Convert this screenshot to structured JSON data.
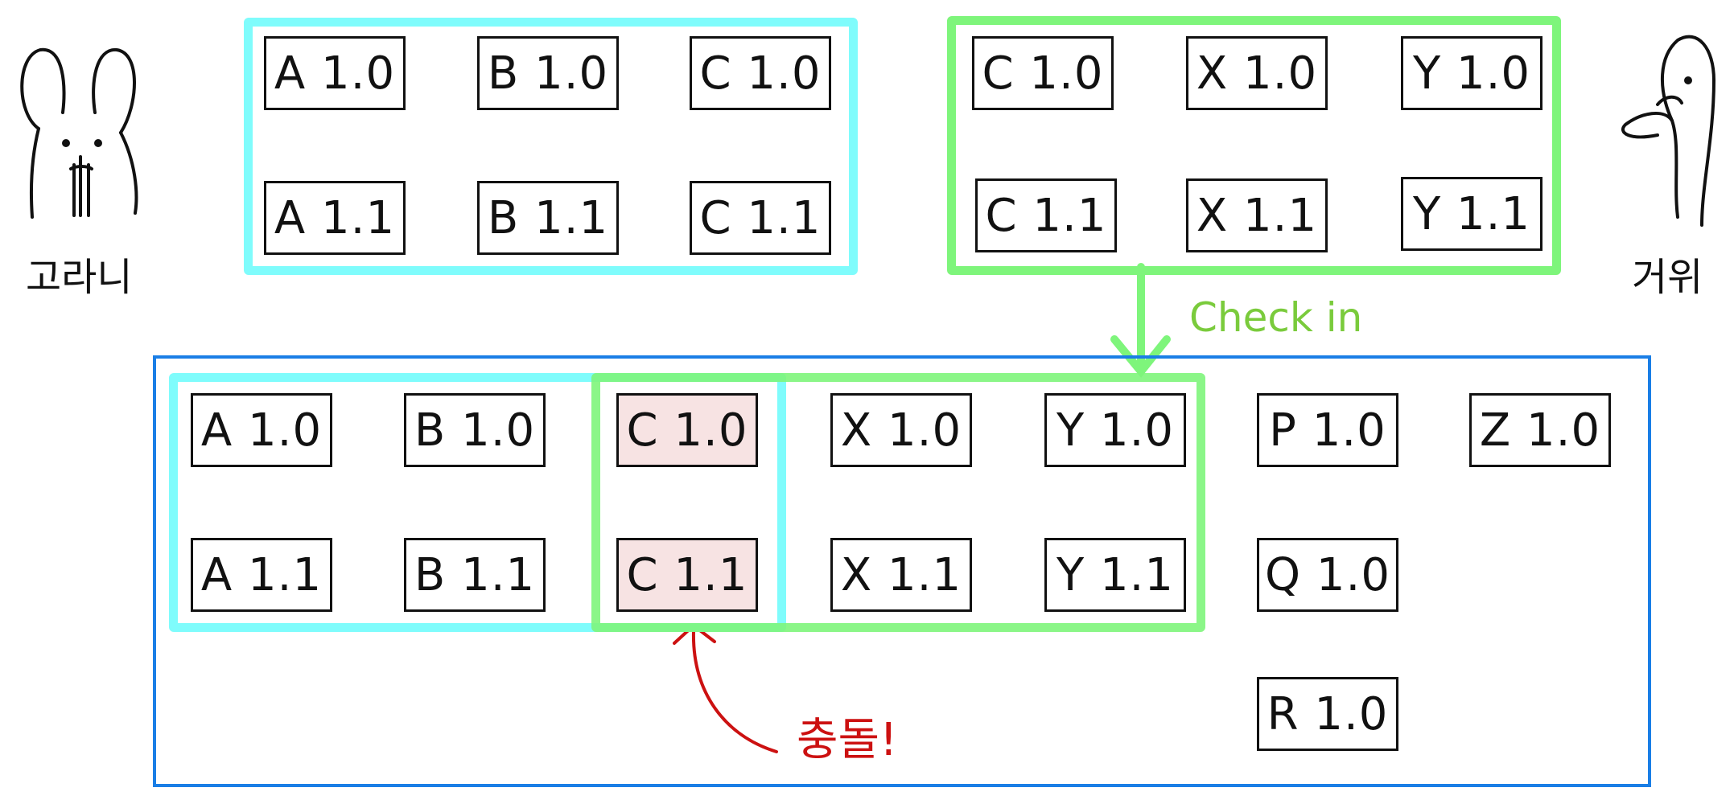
{
  "characters": {
    "left_name": "고라니",
    "right_name": "거위"
  },
  "repo_left": {
    "items": [
      "A 1.0",
      "B 1.0",
      "C 1.0",
      "A 1.1",
      "B 1.1",
      "C 1.1"
    ]
  },
  "repo_right": {
    "items": [
      "C 1.0",
      "X 1.0",
      "Y 1.0",
      "C 1.1",
      "X 1.1",
      "Y 1.1"
    ]
  },
  "checkin_label": "Check in",
  "merged": {
    "row1": [
      "A 1.0",
      "B 1.0",
      "C 1.0",
      "X 1.0",
      "Y 1.0",
      "P 1.0",
      "Z 1.0"
    ],
    "row2": [
      "A 1.1",
      "B 1.1",
      "C 1.1",
      "X 1.1",
      "Y 1.1",
      "Q 1.0"
    ],
    "row3": [
      "R 1.0"
    ]
  },
  "collision_label": "충돌!",
  "colors": {
    "cyan": "#7ffcfc",
    "green": "#7ef57b",
    "blue": "#1a7ee6",
    "collision": "#cc1111",
    "collision_fill": "#f7e3e3",
    "checkin": "#7acb3c"
  }
}
